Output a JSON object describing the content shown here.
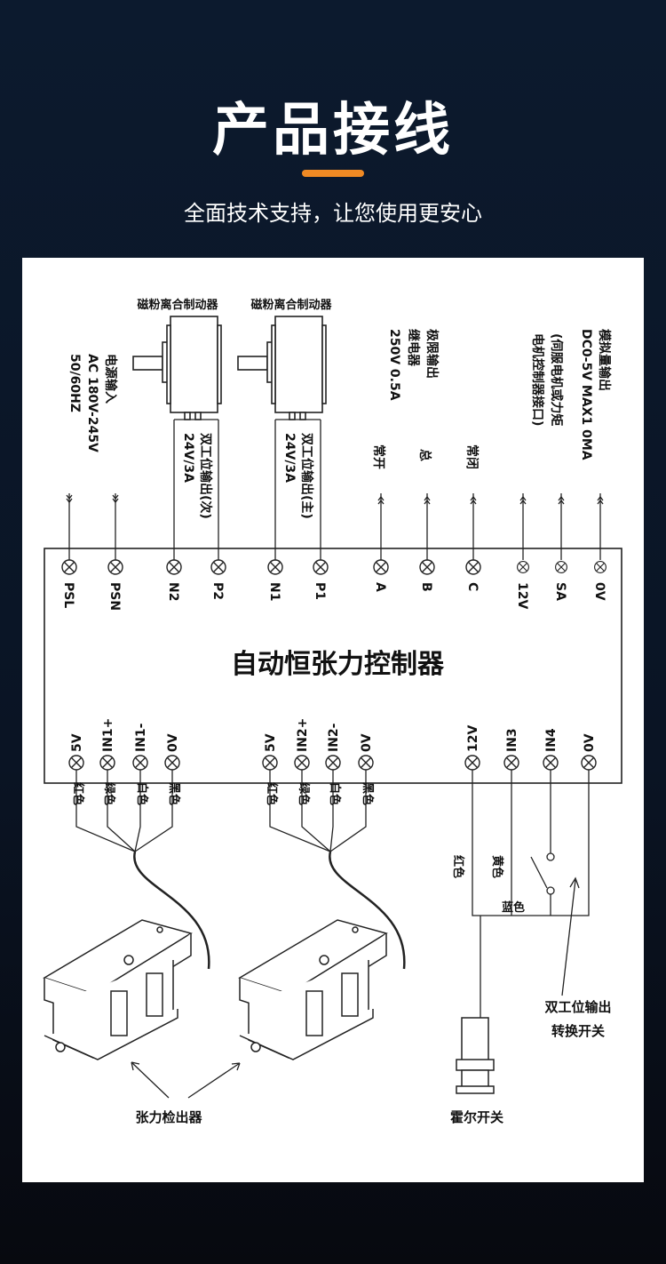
{
  "header": {
    "title": "产品接线",
    "subtitle": "全面技术支持，让您使用更安心",
    "accent": "#f08a24"
  },
  "diagram": {
    "controller_title": "自动恒张力控制器",
    "clutch_label_1": "磁粉离合制动器",
    "clutch_label_2": "磁粉离合制动器",
    "power": {
      "line1": "电源输入",
      "line2": "AC 180V-245V",
      "line3": "50/60HZ"
    },
    "clutch_out_2": {
      "line1": "双工位输出(次)",
      "line2": "24V/3A"
    },
    "clutch_out_1": {
      "line1": "双工位输出(主)",
      "line2": "24V/3A"
    },
    "relay": {
      "line1": "极限输出",
      "line2": "继电器",
      "line3": "250V  0.5A",
      "no": "常开",
      "com": "总",
      "nc": "常闭"
    },
    "analog": {
      "line1": "模拟量输出",
      "line2": "DC0-5V  MAX1 0MA",
      "line3": "(伺服电机或力矩",
      "line4": "电机控制器接口)"
    },
    "top_terminals": [
      "PSL",
      "PSN",
      "N2",
      "P2",
      "N1",
      "P1",
      "A",
      "B",
      "C",
      "12V",
      "SA",
      "0V"
    ],
    "bottom_terminals": [
      "5V",
      "IN1+",
      "IN1-",
      "0V",
      "5V",
      "IN2+",
      "IN2-",
      "0V",
      "12V",
      "IN3",
      "IN4",
      "0V"
    ],
    "sensor_wires": [
      "红色",
      "绿色",
      "白色",
      "黑色"
    ],
    "hall_wires": {
      "red": "红色",
      "yellow": "黄色",
      "blue": "蓝色"
    },
    "tension_sensor_label": "张力检出器",
    "hall_label": "霍尔开关",
    "switch_label": {
      "line1": "双工位输出",
      "line2": "转换开关"
    }
  }
}
